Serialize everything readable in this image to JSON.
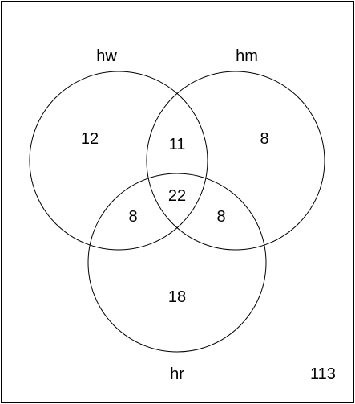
{
  "sets": [
    {
      "key": "hw",
      "label": "hw"
    },
    {
      "key": "hm",
      "label": "hm"
    },
    {
      "key": "hr",
      "label": "hr"
    }
  ],
  "regions": {
    "hw_only": "12",
    "hm_only": "8",
    "hr_only": "18",
    "hw_hm": "11",
    "hw_hr": "8",
    "hm_hr": "8",
    "hw_hm_hr": "22",
    "outside": "113"
  },
  "colors": {
    "stroke": "#000000",
    "background": "#ffffff"
  }
}
